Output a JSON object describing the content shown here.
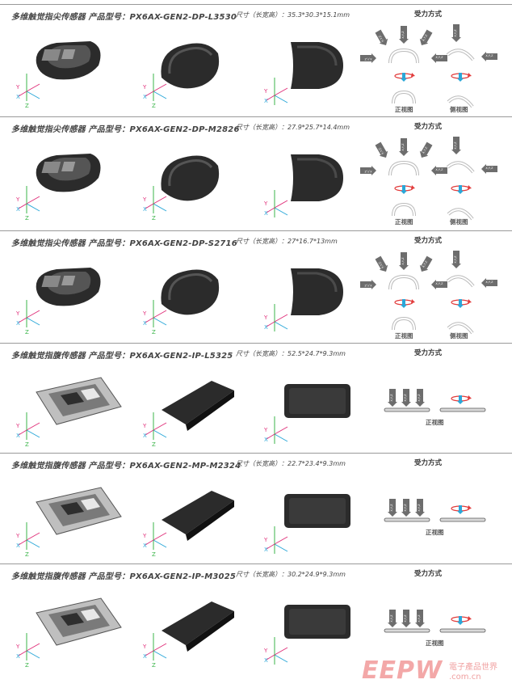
{
  "rows": [
    {
      "title": "多维触觉指尖传感器 产品型号：PX6AX-GEN2-DP-L3530",
      "size": "尺寸（长宽高）：35.3*30.3*15.1mm",
      "force": "受力方式",
      "kind": "dp",
      "labels": [
        "正视图",
        "侧视图"
      ]
    },
    {
      "title": "多维触觉指尖传感器 产品型号：PX6AX-GEN2-DP-M2826",
      "size": "尺寸（长宽高）：27.9*25.7*14.4mm",
      "force": "受力方式",
      "kind": "dp",
      "labels": [
        "正视图",
        "侧视图"
      ]
    },
    {
      "title": "多维触觉指尖传感器 产品型号：PX6AX-GEN2-DP-S2716",
      "size": "尺寸（长宽高）：27*16.7*13mm",
      "force": "受力方式",
      "kind": "dp",
      "labels": [
        "正视图",
        "侧视图"
      ]
    },
    {
      "title": "多维触觉指腹传感器 产品型号：PX6AX-GEN2-IP-L5325",
      "size": "尺寸（长宽高）：52.5*24.7*9.3mm",
      "force": "受力方式",
      "kind": "ip",
      "labels": [
        "正视图"
      ]
    },
    {
      "title": "多维触觉指腹传感器 产品型号：PX6AX-GEN2-MP-M2324",
      "size": "尺寸（长宽高）：22.7*23.4*9.3mm",
      "force": "受力方式",
      "kind": "ip",
      "labels": [
        "正视图"
      ]
    },
    {
      "title": "多维触觉指腹传感器 产品型号：PX6AX-GEN2-IP-M3025",
      "size": "尺寸（长宽高）：30.2*24.9*9.3mm",
      "force": "受力方式",
      "kind": "ip",
      "labels": [
        "正视图"
      ]
    }
  ],
  "arrow_label": "X,Y,Z",
  "axis_labels": {
    "x": "X",
    "y": "Y",
    "z": "Z"
  },
  "watermark": {
    "main": "EEPW",
    "sub1": "電子產品世界",
    "sub2": ".com.cn"
  },
  "colors": {
    "axis_x": "#2aa7d8",
    "axis_y": "#e0307a",
    "axis_z": "#3bb54a",
    "arrow": "#6d6d6d",
    "rotate": "#e23b3b",
    "product": "#2b2b2b"
  }
}
